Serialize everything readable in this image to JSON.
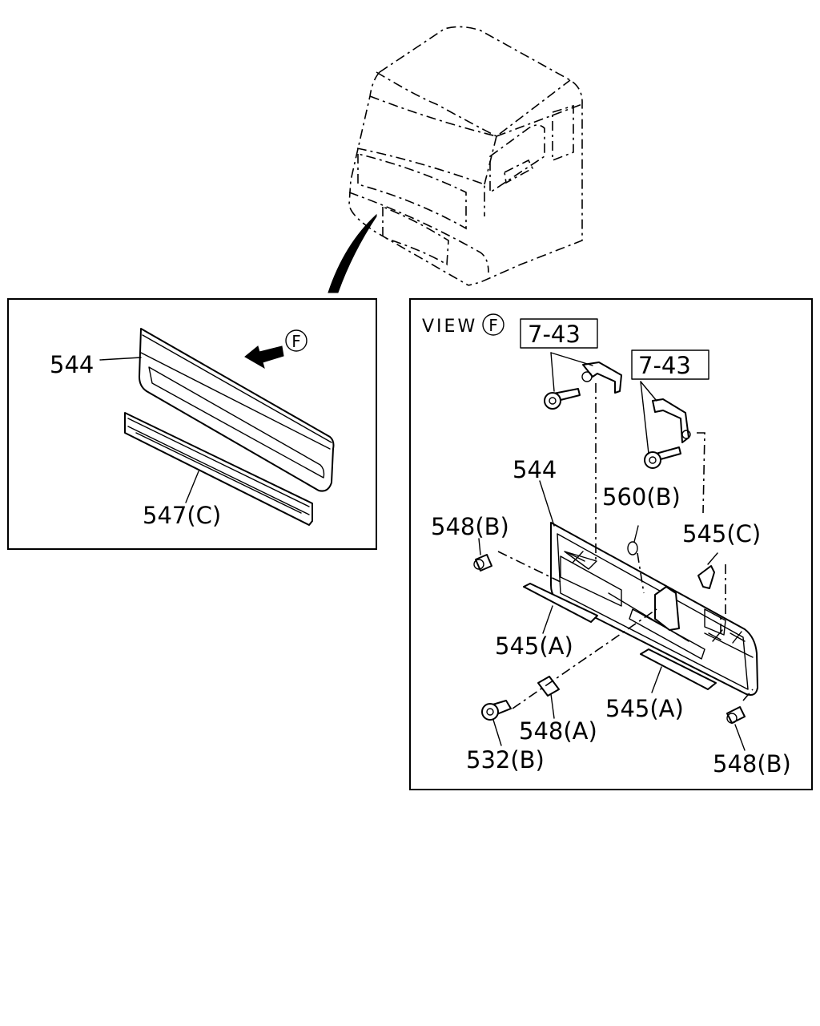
{
  "diagram": {
    "view_marker": "F",
    "view_prefix": "VIEW",
    "overview_labels": {
      "grille": "544",
      "garnish": "547(C)"
    },
    "view_labels": {
      "ref_a": "7-43",
      "ref_b": "7-43",
      "grille": "544",
      "clip_560b": "560(B)",
      "clip_548b_left": "548(B)",
      "clip_545c": "545(C)",
      "seal_545a_left": "545(A)",
      "seal_545a_right": "545(A)",
      "clip_548a": "548(A)",
      "bolt_532b": "532(B)",
      "clip_548b_right": "548(B)"
    }
  }
}
